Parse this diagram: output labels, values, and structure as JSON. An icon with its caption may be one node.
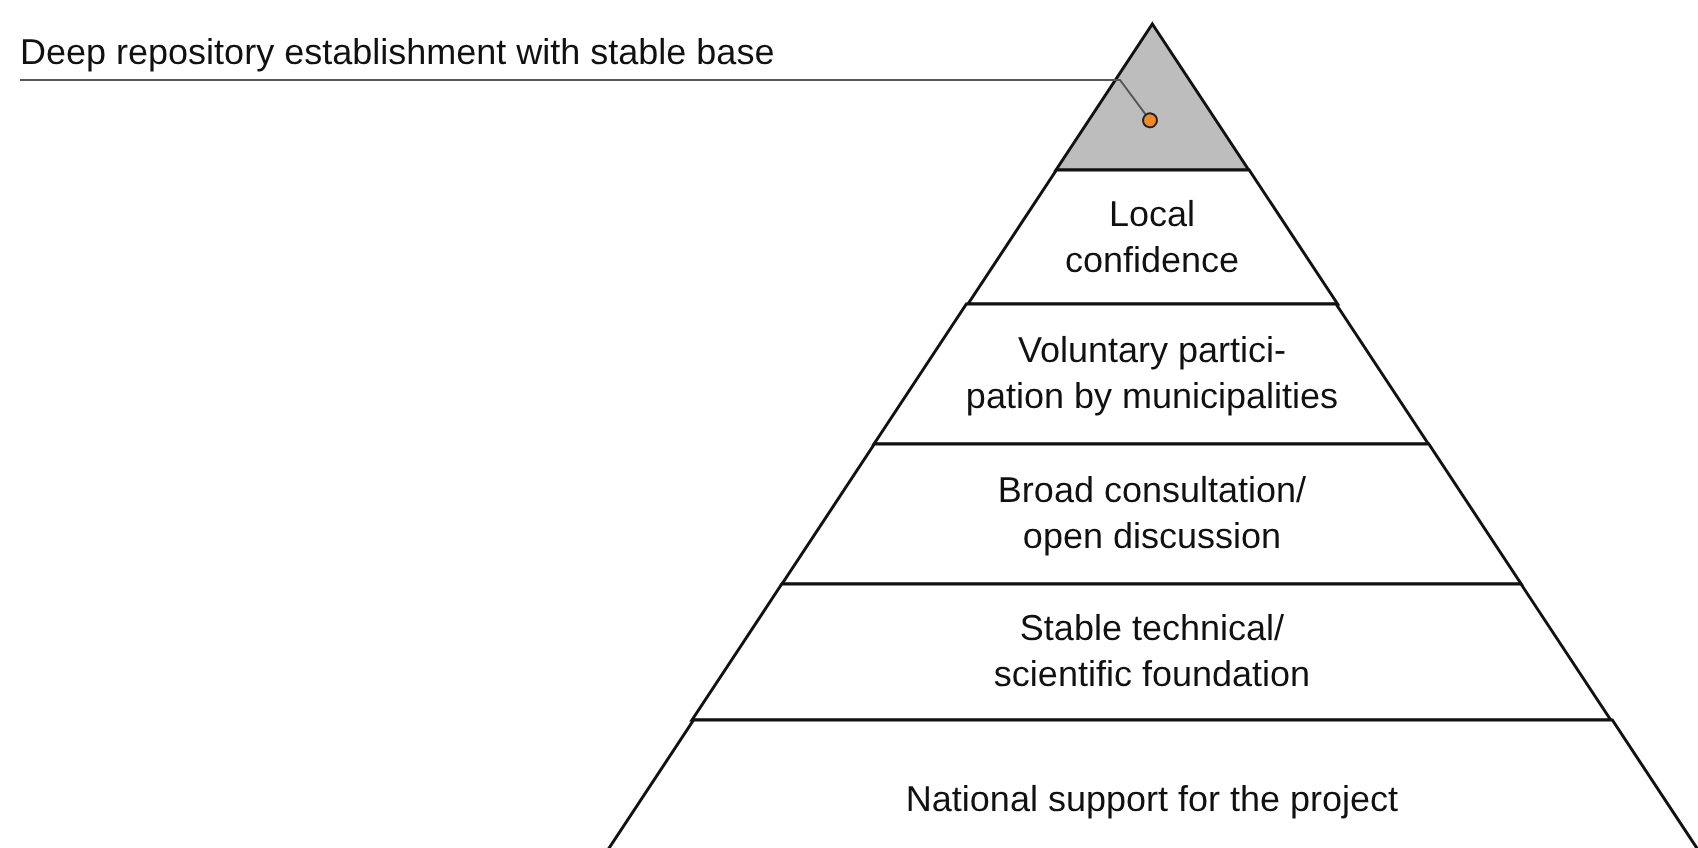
{
  "diagram": {
    "nodes": [
      {
        "text": [
          "Deep repository establishment with stable base"
        ]
      },
      {
        "text": [],
        "shape": "triangle"
      },
      {
        "text": [
          "Local confidence"
        ]
      },
      {
        "text": [
          "Voluntary partici- pation by municipalities"
        ]
      },
      {
        "text": [
          "Broad consultation/ open discussion"
        ]
      },
      {
        "text": [
          "Stable technical/ scientific foundation"
        ]
      },
      {
        "text": [
          "National support for the project"
        ]
      }
    ],
    "edges": [
      {
        "from": 0,
        "to": 1,
        "arrow": "other"
      }
    ]
  }
}
